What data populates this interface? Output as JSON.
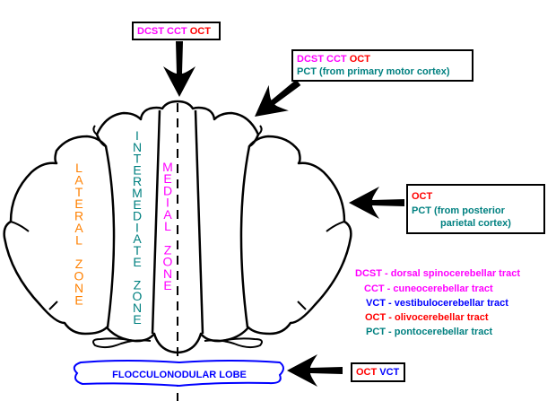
{
  "colors": {
    "dcst": "#ff00ff",
    "cct": "#ff00ff",
    "vct": "#0000ff",
    "oct": "#ff0000",
    "pct": "#008080",
    "lateral": "#ff8000",
    "intermediate": "#008080",
    "medial": "#ff00ff",
    "lobe": "#0000ff"
  },
  "zones": {
    "lateral": "LATERAL ZONE",
    "intermediate": "INTERMEDIATE ZONE",
    "medial": "MEDIAL ZONE"
  },
  "lobe_label": "FLOCCULONODULAR LOBE",
  "boxes": {
    "top": {
      "dcst": "DCST",
      "cct": "CCT",
      "oct": "OCT"
    },
    "upper_right": {
      "dcst": "DCST",
      "cct": "CCT",
      "oct": "OCT",
      "pct": "PCT (from primary motor cortex)"
    },
    "right": {
      "oct": "OCT",
      "pct_line1": "PCT (from posterior",
      "pct_line2": "parietal cortex)"
    },
    "bottom": {
      "oct": "OCT",
      "vct": "VCT"
    }
  },
  "legend": [
    {
      "text": "DCST - dorsal spinocerebellar tract",
      "color": "#ff00ff"
    },
    {
      "text": "CCT - cuneocerebellar tract",
      "color": "#ff00ff"
    },
    {
      "text": "VCT - vestibulocerebellar tract",
      "color": "#0000ff"
    },
    {
      "text": "OCT - olivocerebellar tract",
      "color": "#ff0000"
    },
    {
      "text": "PCT - pontocerebellar tract",
      "color": "#008080"
    }
  ]
}
